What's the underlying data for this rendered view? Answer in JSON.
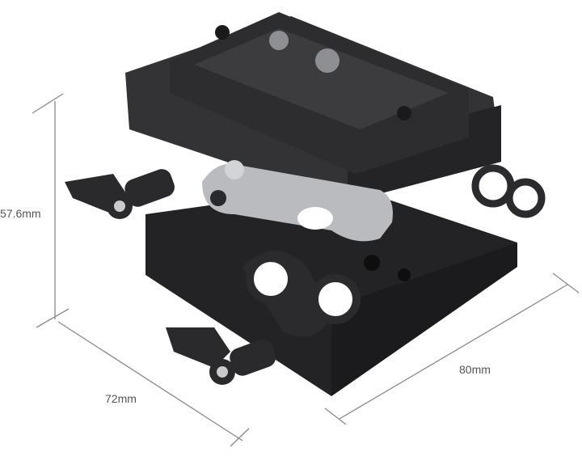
{
  "dimensions": {
    "height": "57.6mm",
    "depth": "72mm",
    "width": "80mm"
  },
  "colors": {
    "body": "#2a2a2c",
    "body_light": "#3c3c3f",
    "lever": "#b9bbbe",
    "dimension_line": "#8a8a8a"
  }
}
